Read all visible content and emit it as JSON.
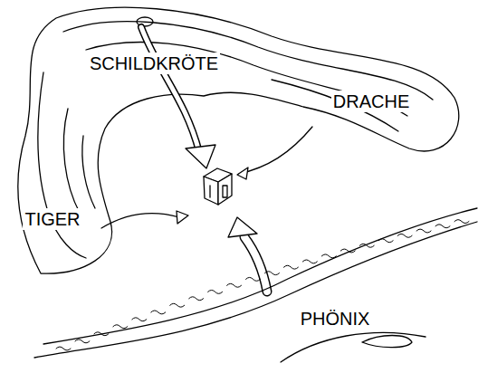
{
  "diagram": {
    "labels": [
      "SCHILDKRÖTE",
      "DRACHE",
      "TIGER",
      "PHÖNIX"
    ]
  }
}
